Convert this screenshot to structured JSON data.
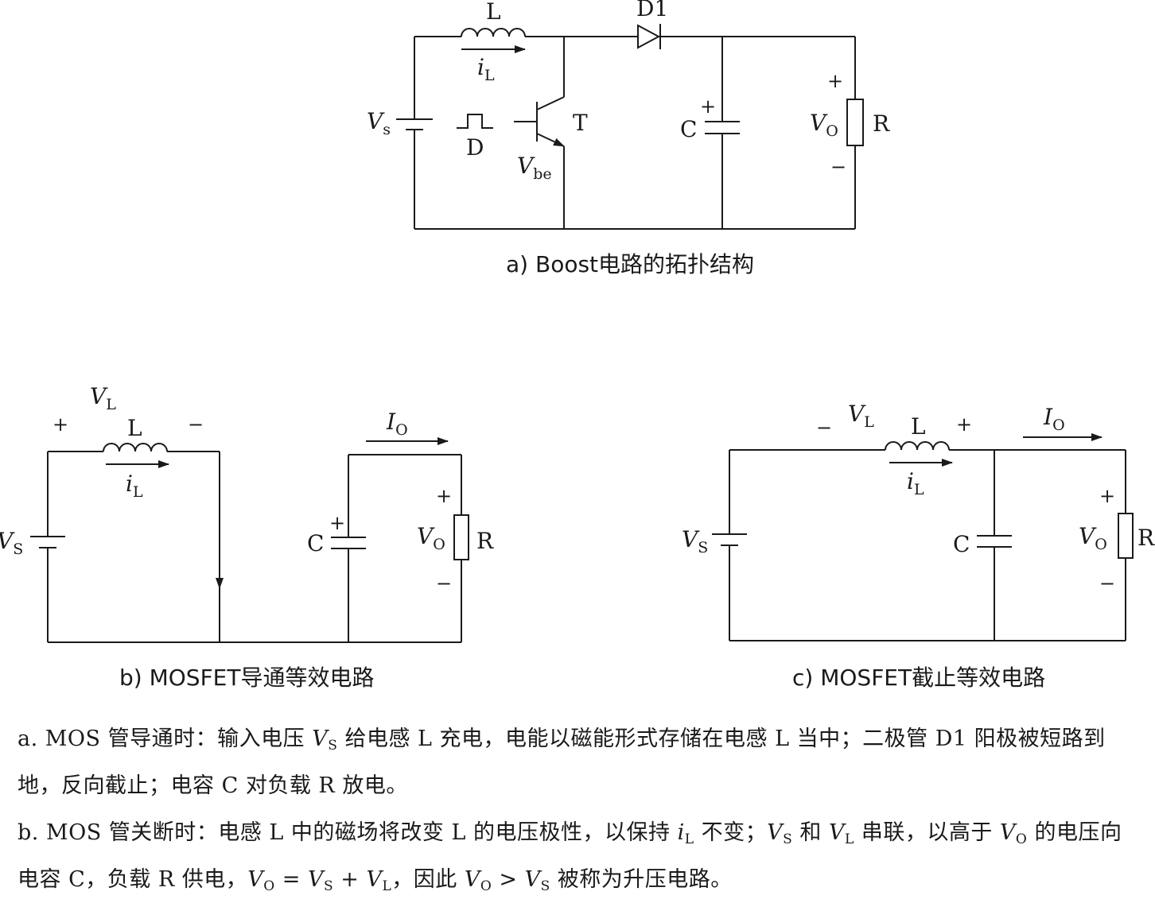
{
  "diagram_a": {
    "caption": "a) Boost电路的拓扑结构",
    "labels": {
      "L": "L",
      "D1": "D1",
      "iL_i": "i",
      "iL_sub": "L",
      "Vs_V": "V",
      "Vs_sub": "s",
      "D": "D",
      "T": "T",
      "Vbe_V": "V",
      "Vbe_sub": "be",
      "C": "C",
      "C_plus": "+",
      "Vo_V": "V",
      "Vo_sub": "O",
      "R": "R",
      "plus": "+",
      "minus": "−"
    }
  },
  "diagram_b": {
    "caption": "b) MOSFET导通等效电路",
    "labels": {
      "VL_V": "V",
      "VL_sub": "L",
      "plus": "+",
      "minus": "−",
      "L": "L",
      "iL_i": "i",
      "iL_sub": "L",
      "Vs_V": "V",
      "Vs_sub": "S",
      "Io_I": "I",
      "Io_sub": "O",
      "C": "C",
      "C_plus": "+",
      "Vo_V": "V",
      "Vo_sub": "O",
      "R": "R",
      "r_plus": "+",
      "r_minus": "−"
    }
  },
  "diagram_c": {
    "caption": "c) MOSFET截止等效电路",
    "labels": {
      "minus": "−",
      "VL_V": "V",
      "VL_sub": "L",
      "L": "L",
      "plus": "+",
      "Io_I": "I",
      "Io_sub": "O",
      "iL_i": "i",
      "iL_sub": "L",
      "Vs_V": "V",
      "Vs_sub": "S",
      "C": "C",
      "Vo_V": "V",
      "Vo_sub": "O",
      "R": "R",
      "r_plus": "+",
      "r_minus": "−"
    }
  },
  "paragraph_a": {
    "s1": "a.  MOS 管导通时：输入电压 ",
    "vs_V": "V",
    "vs_sub": "S",
    "s2": " 给电感 L 充电，电能以磁能形式存储在电感 L 当中；二极管 D1 阳极被短路到地，反向截止；电容 C 对负载 R 放电。"
  },
  "paragraph_b": {
    "s1": "b.  MOS 管关断时：电感 L 中的磁场将改变 L 的电压极性，以保持 ",
    "il_i": "i",
    "il_sub": "L",
    "s2": " 不变；",
    "vs1_V": "V",
    "vs1_sub": "S",
    "s3": " 和 ",
    "vl1_V": "V",
    "vl1_sub": "L",
    "s4": " 串联，以高于 ",
    "vo1_V": "V",
    "vo1_sub": "O",
    "s5": " 的电压向电容 C，负载 R 供电，",
    "vo2_V": "V",
    "vo2_sub": "O",
    "s6": " = ",
    "vs2_V": "V",
    "vs2_sub": "S",
    "s7": " + ",
    "vl2_V": "V",
    "vl2_sub": "L",
    "s8": "，因此 ",
    "vo3_V": "V",
    "vo3_sub": "O",
    "s9": " > ",
    "vs3_V": "V",
    "vs3_sub": "S",
    "s10": " 被称为升压电路。"
  }
}
